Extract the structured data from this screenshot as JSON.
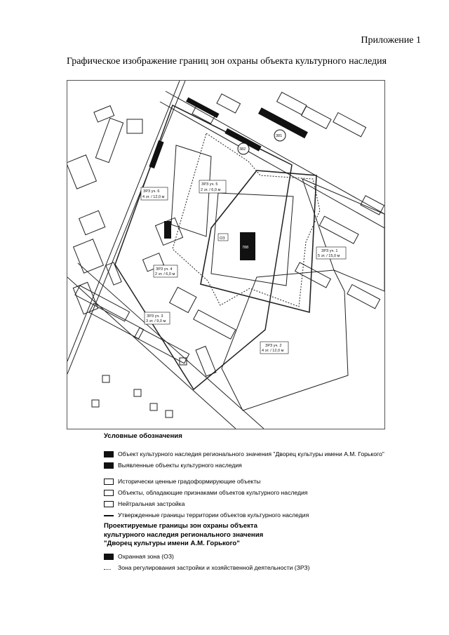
{
  "header": {
    "appendix": "Приложение 1",
    "title": "Графическое изображение границ зон охраны объекта культурного наследия"
  },
  "map": {
    "labels": {
      "zrz6_line1": "ЗРЗ уч. 6",
      "zrz6_line2": "4 эт. / 12,0 м",
      "zrz5_line1": "ЗРЗ уч. 5",
      "zrz5_line2": "2 эт. / 6,0 м",
      "zrz4_line1": "ЗРЗ уч. 4",
      "zrz4_line2": "2 эт. / 6,0 м",
      "zrz3_line1": "ЗРЗ уч. 3",
      "zrz3_line2": "3 эт. / 9,0 м",
      "zrz2_line1": "ЗРЗ уч. 2",
      "zrz2_line2": "4 эт. / 12,0 м",
      "zrz1_line1": "ЗРЗ уч. 1",
      "zrz1_line2": "5 эт. / 15,0 м",
      "oz": "ОЗ",
      "obj_788": "788",
      "obj_381": "381",
      "obj_382": "382"
    }
  },
  "legend": {
    "title": "Условные обозначения",
    "items": [
      {
        "swatch": "black",
        "text": "Объект культурного наследия регионального значения \"Дворец культуры имени А.М. Горького\""
      },
      {
        "swatch": "black",
        "text": "Выявленные объекты культурного наследия"
      },
      {
        "swatch": "white2",
        "text": "Исторически ценные градоформирующие объекты"
      },
      {
        "swatch": "white",
        "text": "Объекты, обладающие признаками объектов культурного наследия"
      },
      {
        "swatch": "white",
        "text": "Нейтральная застройка"
      },
      {
        "swatch": "line",
        "text": "Утвержденные границы территории объектов культурного наследия"
      }
    ],
    "zones_title_line1": "Проектируемые границы зон охраны объекта",
    "zones_title_line2": "культурного наследия регионального значения",
    "zones_title_line3": "\"Дворец культуры имени А.М. Горького\"",
    "zones": [
      {
        "swatch": "black",
        "text": "Охранная зона (ОЗ)"
      },
      {
        "swatch": "dash",
        "text": "Зона регулирования застройки и хозяйственной деятельности (ЗРЗ)"
      }
    ]
  }
}
